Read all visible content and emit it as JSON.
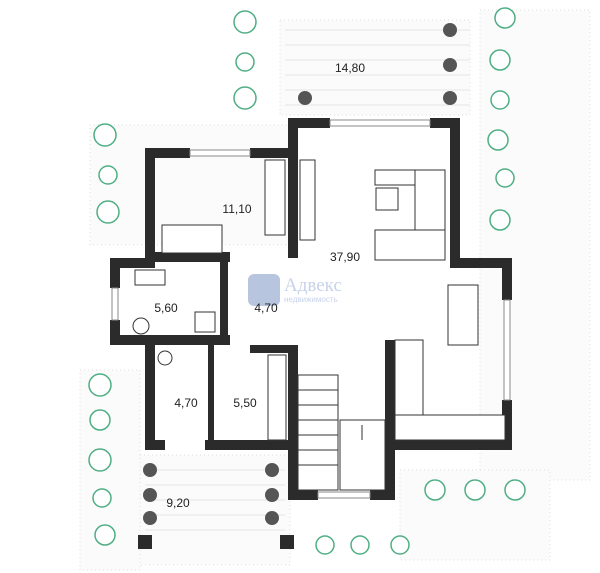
{
  "plan": {
    "wall_color": "#2b2b2b",
    "greenery_color": "#4fae84",
    "rooms": [
      {
        "name": "terrace-top",
        "area": "14,80"
      },
      {
        "name": "bedroom",
        "area": "11,10"
      },
      {
        "name": "living-kitchen",
        "area": "37,90"
      },
      {
        "name": "bathroom",
        "area": "5,60"
      },
      {
        "name": "hall",
        "area": "4,70"
      },
      {
        "name": "storage",
        "area": "4,70"
      },
      {
        "name": "room-small",
        "area": "5,50"
      },
      {
        "name": "porch",
        "area": "9,20"
      }
    ]
  },
  "watermark": {
    "title": "Адвекс",
    "subtitle": "недвижимость"
  }
}
